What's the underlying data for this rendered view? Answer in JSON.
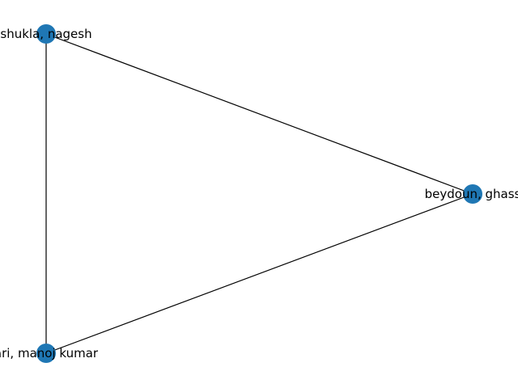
{
  "graph": {
    "node_color": "#1f77b4",
    "edge_color": "#000000",
    "nodes": [
      {
        "id": "n1",
        "label": "shukla, nagesh"
      },
      {
        "id": "n2",
        "label": "beydoun, ghass"
      },
      {
        "id": "n3",
        "label": "ari, manoj kumar"
      }
    ],
    "edges": [
      {
        "source": "n1",
        "target": "n2"
      },
      {
        "source": "n1",
        "target": "n3"
      },
      {
        "source": "n2",
        "target": "n3"
      }
    ]
  }
}
